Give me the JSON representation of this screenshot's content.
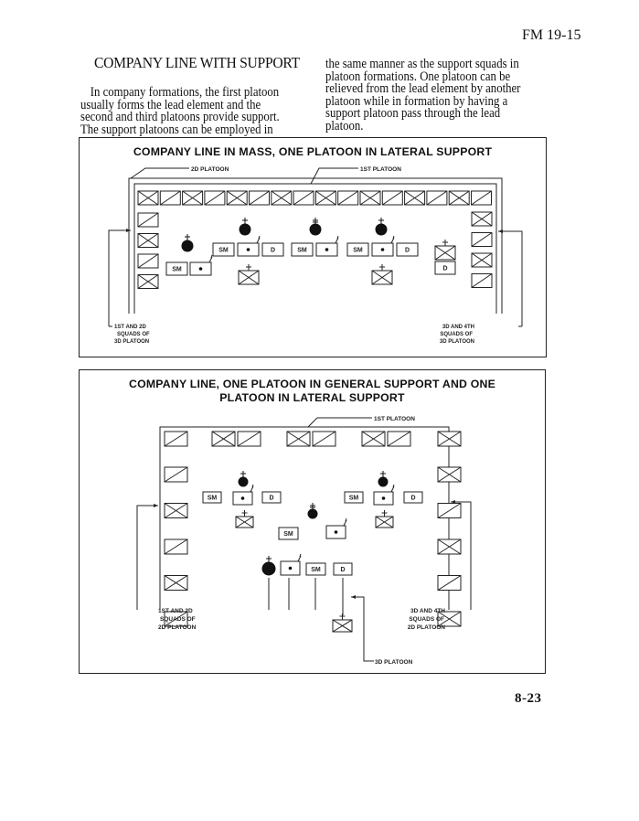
{
  "page": {
    "header_id": "FM 19-15",
    "page_number": "8-23"
  },
  "section": {
    "title": "COMPANY LINE WITH SUPPORT",
    "left_column_lines": [
      "In company formations, the first platoon",
      "usually forms the lead element and the",
      "second and third platoons provide support.",
      "The support platoons can be employed in"
    ],
    "right_column_lines": [
      "the same manner as the support squads in",
      "platoon formations. One platoon can be",
      "relieved from the lead element by another",
      "platoon while in formation by having a",
      "support platoon pass through the lead",
      "platoon."
    ]
  },
  "figures": [
    {
      "title": "COMPANY LINE IN MASS, ONE PLATOON IN LATERAL SUPPORT",
      "labels": {
        "second_platoon": "2D PLATOON",
        "first_platoon": "1ST PLATOON",
        "left_squads": [
          "1ST AND 2D",
          "SQUADS OF",
          "3D PLATOON"
        ],
        "right_squads": [
          "3D AND 4TH",
          "SQUADS OF",
          "3D PLATOON"
        ]
      },
      "front_row_pattern": [
        "X",
        "/",
        "X",
        "/",
        "X",
        "/",
        "X",
        "/",
        "X",
        "/",
        "X",
        "/",
        "X",
        "/",
        "X",
        "/"
      ],
      "left_column_pattern": [
        "/",
        "X",
        "/",
        "X"
      ],
      "right_column_pattern": [
        "X",
        "/",
        "X",
        "/"
      ],
      "unit_labels": {
        "sm": "SM",
        "d": "D"
      }
    },
    {
      "title_line1": "COMPANY LINE, ONE PLATOON IN GENERAL SUPPORT AND ONE",
      "title_line2": "PLATOON IN LATERAL SUPPORT",
      "labels": {
        "first_platoon": "1ST PLATOON",
        "third_platoon": "3D PLATOON",
        "left_squads": [
          "1ST AND 2D",
          "SQUADS OF",
          "2D PLATOON"
        ],
        "right_squads": [
          "3D AND 4TH",
          "SQUADS OF",
          "2D PLATOON"
        ]
      },
      "front_row_pattern": [
        "/",
        "X",
        "/",
        "X",
        "/",
        "X",
        "/",
        "X"
      ],
      "left_column_pattern": [
        "/",
        "X",
        "/",
        "X",
        "/"
      ],
      "right_column_pattern": [
        "X",
        "/",
        "X",
        "/",
        "X"
      ],
      "unit_labels": {
        "sm": "SM",
        "d": "D"
      }
    }
  ]
}
